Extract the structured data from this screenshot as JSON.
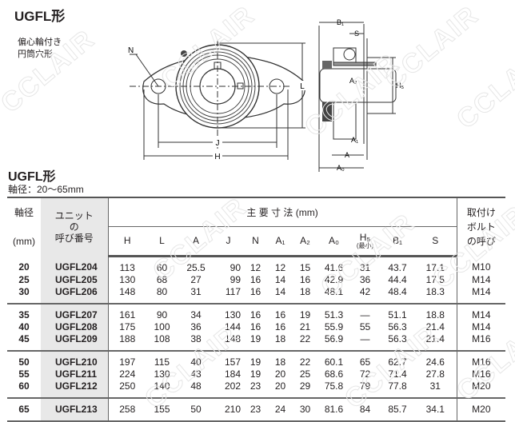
{
  "header": {
    "title": "UGFL形",
    "subtitle_lines": [
      "偏心輪付き",
      "円筒穴形"
    ]
  },
  "drawing": {
    "front_labels": {
      "N": "N",
      "L": "L",
      "J": "J",
      "H": "H"
    },
    "side_labels": {
      "B1": "B₁",
      "S": "S",
      "A2": "A₂",
      "H5": "H₅",
      "A1": "A₁",
      "A": "A",
      "A0": "A₀"
    }
  },
  "section": {
    "title": "UGFL形",
    "shaft_range": "軸径：20〜65mm"
  },
  "table": {
    "col_shaft": "軸径",
    "col_shaft_unit": "(mm)",
    "col_unit_lines": [
      "ユニット",
      "の",
      "呼び番号"
    ],
    "col_dims": "主 要 寸 法 (mm)",
    "col_bolt_lines": [
      "取付け",
      "ボルト",
      "の呼び"
    ],
    "dim_headers": [
      "H",
      "L",
      "A",
      "J",
      "N",
      "A₁",
      "A₂",
      "A₀",
      "H₅",
      "B₁",
      "S"
    ],
    "h5_note": "(最小)",
    "groups": [
      [
        [
          "20",
          "UGFL204",
          "113",
          "60",
          "25.5",
          "90",
          "12",
          "12",
          "15",
          "41.6",
          "31",
          "43.7",
          "17.1",
          "M10"
        ],
        [
          "25",
          "UGFL205",
          "130",
          "68",
          "27",
          "99",
          "16",
          "14",
          "16",
          "42.9",
          "36",
          "44.4",
          "17.5",
          "M14"
        ],
        [
          "30",
          "UGFL206",
          "148",
          "80",
          "31",
          "117",
          "16",
          "14",
          "18",
          "48.1",
          "42",
          "48.4",
          "18.3",
          "M14"
        ]
      ],
      [
        [
          "35",
          "UGFL207",
          "161",
          "90",
          "34",
          "130",
          "16",
          "16",
          "19",
          "51.3",
          "—",
          "51.1",
          "18.8",
          "M14"
        ],
        [
          "40",
          "UGFL208",
          "175",
          "100",
          "36",
          "144",
          "16",
          "16",
          "21",
          "55.9",
          "55",
          "56.3",
          "21.4",
          "M14"
        ],
        [
          "45",
          "UGFL209",
          "188",
          "108",
          "38",
          "148",
          "19",
          "18",
          "22",
          "56.9",
          "—",
          "56.3",
          "21.4",
          "M16"
        ]
      ],
      [
        [
          "50",
          "UGFL210",
          "197",
          "115",
          "40",
          "157",
          "19",
          "18",
          "22",
          "60.1",
          "65",
          "62.7",
          "24.6",
          "M16"
        ],
        [
          "55",
          "UGFL211",
          "224",
          "130",
          "43",
          "184",
          "19",
          "20",
          "25",
          "68.6",
          "72",
          "71.4",
          "27.8",
          "M16"
        ],
        [
          "60",
          "UGFL212",
          "250",
          "140",
          "48",
          "202",
          "23",
          "20",
          "29",
          "75.8",
          "79",
          "77.8",
          "31",
          "M20"
        ]
      ],
      [
        [
          "65",
          "UGFL213",
          "258",
          "155",
          "50",
          "210",
          "23",
          "24",
          "30",
          "81.6",
          "84",
          "85.7",
          "34.1",
          "M20"
        ]
      ]
    ]
  },
  "watermark": "CCLAIR",
  "colors": {
    "unit_column_bg": "#e8e8e8",
    "rule": "#555555"
  }
}
